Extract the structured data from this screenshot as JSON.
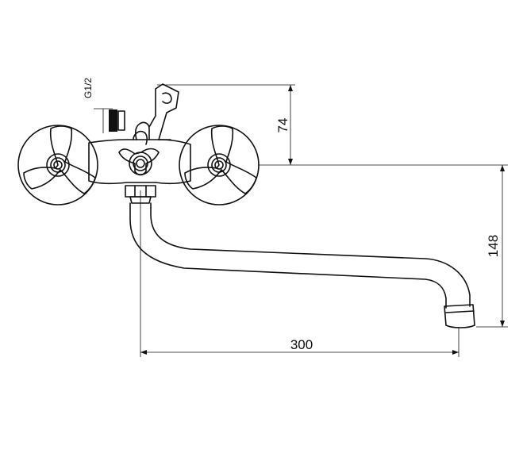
{
  "drawing": {
    "thread_label": "G1/2",
    "dimensions": {
      "height_upper": "74",
      "height_spout": "148",
      "spout_reach": "300"
    }
  }
}
